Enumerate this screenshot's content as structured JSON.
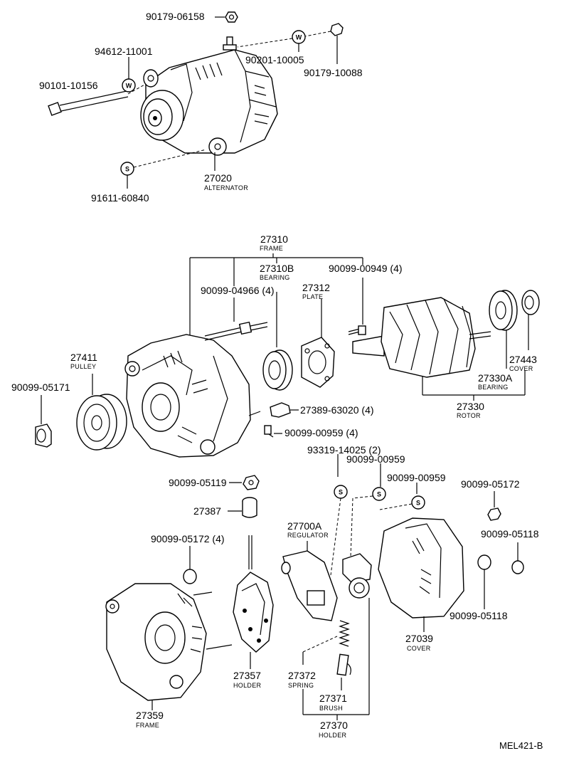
{
  "diagram": {
    "code": "MEL421-B",
    "symbols": {
      "washer": "W",
      "spring_washer": "S"
    },
    "labels": {
      "p90179_06158": "90179-06158",
      "p94612_11001": "94612-11001",
      "p90201_10005": "90201-10005",
      "p90179_10088": "90179-10088",
      "p90101_10156": "90101-10156",
      "p27020": "27020",
      "p27020_name": "ALTERNATOR",
      "p91611_60840": "91611-60840",
      "p27310": "27310",
      "p27310_name": "FRAME",
      "p27310B": "27310B",
      "p27310B_name": "BEARING",
      "p90099_00949": "90099-00949 (4)",
      "p90099_04966": "90099-04966 (4)",
      "p27312": "27312",
      "p27312_name": "PLATE",
      "p27411": "27411",
      "p27411_name": "PULLEY",
      "p90099_05171": "90099-05171",
      "p27443": "27443",
      "p27443_name": "COVER",
      "p27330A": "27330A",
      "p27330A_name": "BEARING",
      "p27330": "27330",
      "p27330_name": "ROTOR",
      "p27389_63020": "27389-63020 (4)",
      "p90099_00959a": "90099-00959 (4)",
      "p93319_14025": "93319-14025 (2)",
      "p90099_00959b": "90099-00959",
      "p90099_00959c": "90099-00959",
      "p90099_05119": "90099-05119",
      "p90099_05172a": "90099-05172",
      "p27387": "27387",
      "p27700A": "27700A",
      "p27700A_name": "REGULATOR",
      "p90099_05118a": "90099-05118",
      "p90099_05172b": "90099-05172 (4)",
      "p90099_05118b": "90099-05118",
      "p27039": "27039",
      "p27039_name": "COVER",
      "p27357": "27357",
      "p27357_name": "HOLDER",
      "p27372": "27372",
      "p27372_name": "SPRING",
      "p27371": "27371",
      "p27371_name": "BRUSH",
      "p27359": "27359",
      "p27359_name": "FRAME",
      "p27370": "27370",
      "p27370_name": "HOLDER"
    }
  }
}
